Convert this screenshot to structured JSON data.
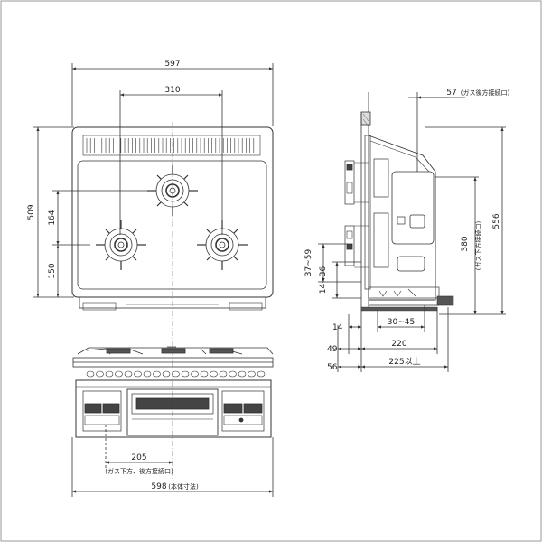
{
  "top_view": {
    "width_total": "597",
    "burner_spacing": "310",
    "depth_total": "509",
    "rear_burner_offset": "164",
    "front_burner_offset": "150"
  },
  "front_view": {
    "rear_connection_offset": "205",
    "rear_connection_note": "(ガス下方、後方接続口)",
    "body_width": "598",
    "body_width_note": "(本体寸法)"
  },
  "side_view": {
    "rear_connection_depth": "57",
    "rear_connection_depth_note": "(ガス後方接続口)",
    "total_height": "556",
    "lower_connection_height": "380",
    "lower_connection_note": "(ガス下方接続口)",
    "dim_37_59": "37~59",
    "dim_14_36": "14~36",
    "dim_14": "14",
    "dim_30_45": "30~45",
    "dim_49": "49",
    "dim_220": "220",
    "dim_56": "56",
    "dim_225": "225以上"
  }
}
